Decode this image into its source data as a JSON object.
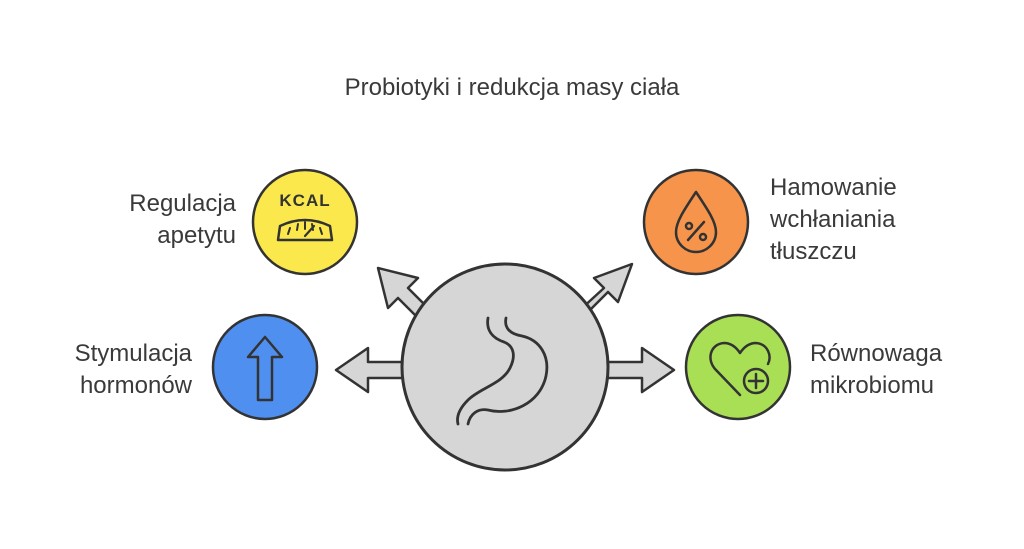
{
  "title": "Probiotyki i redukcja masy ciała",
  "center": {
    "icon": "stomach-icon",
    "color": "#d6d6d6"
  },
  "nodes": {
    "appetite": {
      "lines": [
        "Regulacja",
        "apetytu"
      ],
      "icon": "kcal-scale-icon",
      "icon_text": "KCAL",
      "color": "#fbe84d"
    },
    "hormones": {
      "lines": [
        "Stymulacja",
        "hormonów"
      ],
      "icon": "arrow-up-icon",
      "color": "#4f8ff0"
    },
    "fat": {
      "lines": [
        "Hamowanie",
        "wchłaniania",
        "tłuszczu"
      ],
      "icon": "percent-drop-icon",
      "color": "#f5944a"
    },
    "microbiome": {
      "lines": [
        "Równowaga",
        "mikrobiomu"
      ],
      "icon": "heart-plus-icon",
      "color": "#a9df55"
    }
  }
}
